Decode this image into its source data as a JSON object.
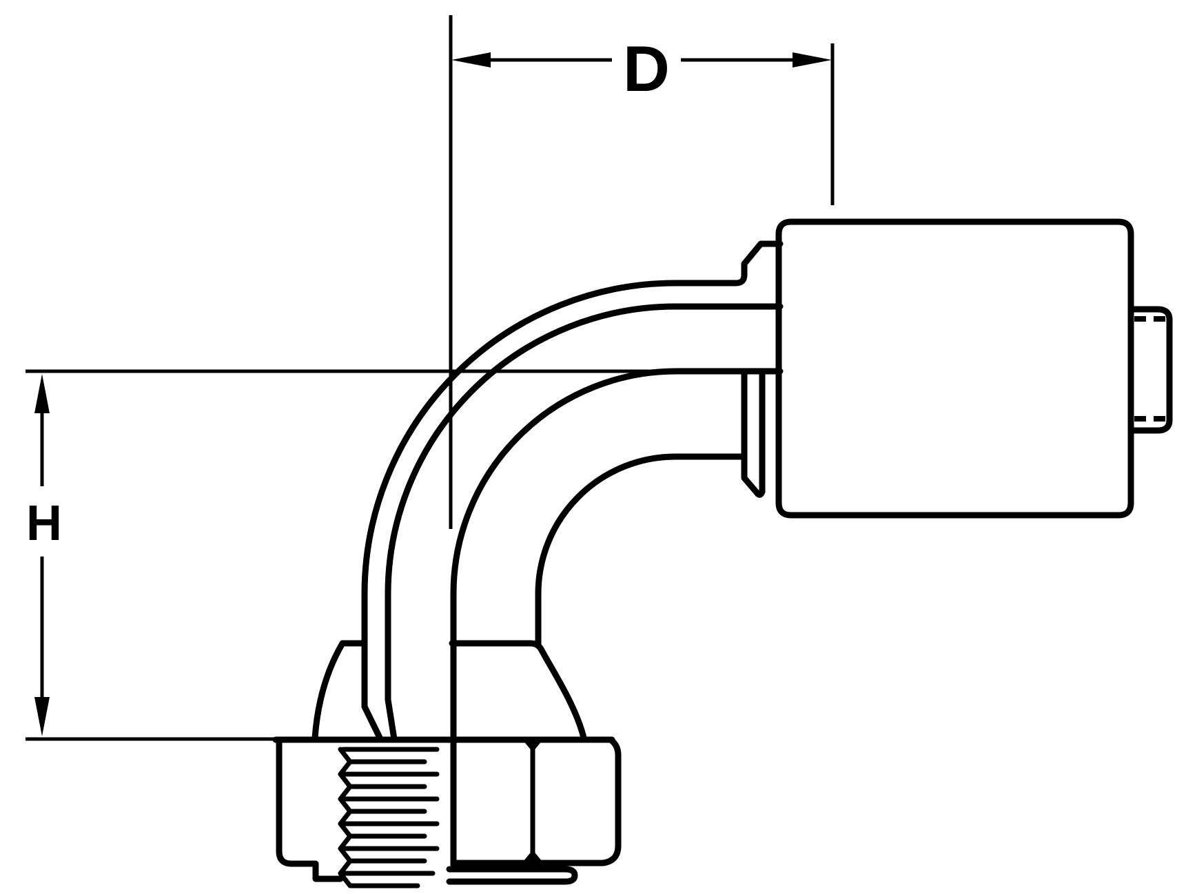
{
  "figure": {
    "type": "technical-line-drawing",
    "subject": "90-degree female swivel elbow hose fitting, sectioned side view",
    "background_color": "#ffffff",
    "line_color": "#000000",
    "dimensions": {
      "horizontal": {
        "label": "D"
      },
      "vertical": {
        "label": "H"
      }
    }
  }
}
